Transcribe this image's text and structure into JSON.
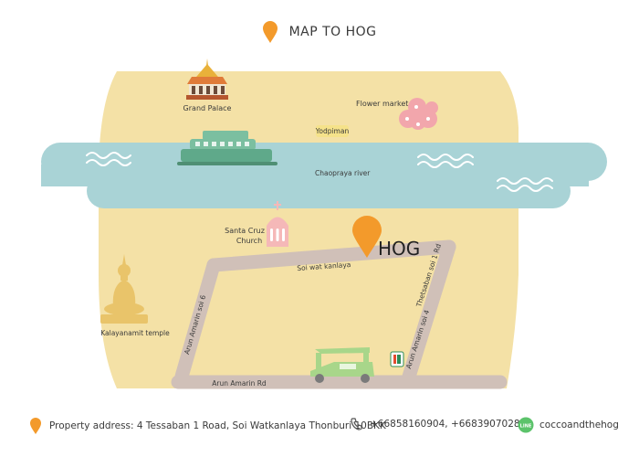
{
  "map": {
    "title": "MAP TO HOG",
    "labels": {
      "grand_palace": "Grand Palace",
      "flower_market": "Flower market",
      "yodpiman": "Yodpiman",
      "river": "Chaopraya river",
      "santa_cruz_1": "Santa Cruz",
      "santa_cruz_2": "Church",
      "hog": "HOG",
      "soi_wat_kanlaya": "Soi wat kanlaya",
      "thetsaban_soi_1": "Thetsaban soi 1 Rd",
      "arun_amarin_soi_6": "Arun Amarin soi 6",
      "arun_amarin_soi_4": "Arun Amarin soi 4",
      "arun_amarin_rd": "Arun Amarin Rd",
      "kalayanamit": "Kalayanamit temple"
    },
    "icons": [
      "pin-icon",
      "palace-icon",
      "flower-icon",
      "ferry-icon",
      "church-icon",
      "buddha-icon",
      "tuktuk-icon",
      "store-icon",
      "phone-icon",
      "line-icon"
    ],
    "colors": {
      "land": "#f4e1a6",
      "river": "#a9d3d6",
      "road": "#d0c0b8",
      "pin": "#f39a2b",
      "ferry": "#7bbfa0",
      "flower": "#f2a6ac",
      "church": "#f5b8b8",
      "buddha": "#e9c46a",
      "tuktuk": "#a8d68a"
    }
  },
  "footer": {
    "address": "Property address: 4 Tessaban 1 Road, Soi Watkanlaya Thonburi 10BKK",
    "phone": "+66858160904, +66839070285",
    "line_badge": "LINE",
    "line_id": "coccoandthehog"
  }
}
